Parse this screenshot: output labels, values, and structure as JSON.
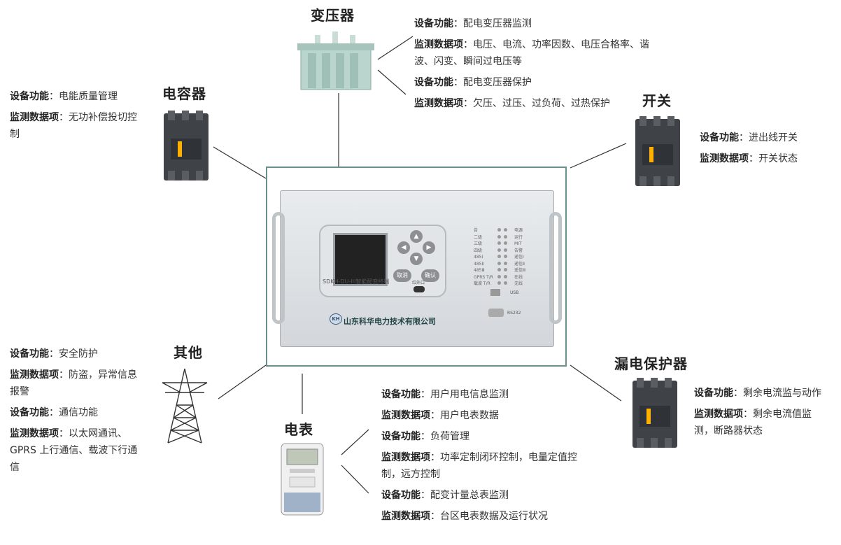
{
  "devices": {
    "transformer": {
      "title": "变压器",
      "groups": [
        {
          "func_key": "设备功能",
          "func": "：配电变压器监测",
          "data_key": "监测数据项",
          "data": "：电压、电流、功率因数、电压合格率、谐波、闪变、瞬间过电压等"
        },
        {
          "func_key": "设备功能",
          "func": "：配电变压器保护",
          "data_key": "监测数据项",
          "data": "：欠压、过压、过负荷、过热保护"
        }
      ]
    },
    "capacitor": {
      "title": "电容器",
      "groups": [
        {
          "func_key": "设备功能",
          "func": "：电能质量管理",
          "data_key": "监测数据项",
          "data": "：无功补偿投切控制"
        }
      ]
    },
    "switch": {
      "title": "开关",
      "groups": [
        {
          "func_key": "设备功能",
          "func": "：进出线开关",
          "data_key": "监测数据项",
          "data": "：开关状态"
        }
      ]
    },
    "other": {
      "title": "其他",
      "groups": [
        {
          "func_key": "设备功能",
          "func": "：安全防护",
          "data_key": "监测数据项",
          "data": "：防盗，异常信息报警"
        },
        {
          "func_key": "设备功能",
          "func": "：通信功能",
          "data_key": "监测数据项",
          "data": "：以太网通讯、GPRS 上行通信、载波下行通信"
        }
      ]
    },
    "leakage": {
      "title": "漏电保护器",
      "groups": [
        {
          "func_key": "设备功能",
          "func": "：剩余电流监与动作",
          "data_key": "监测数据项",
          "data": "：剩余电流值监测，断路器状态"
        }
      ]
    },
    "meter": {
      "title": "电表",
      "groups": [
        {
          "func_key": "设备功能",
          "func": "：用户用电信息监测",
          "data_key": "监测数据项",
          "data": "：用户电表数据"
        },
        {
          "func_key": "设备功能",
          "func": "：负荷管理",
          "data_key": "监测数据项",
          "data": "：功率定制闭环控制，电量定值控制，远方控制"
        },
        {
          "func_key": "设备功能",
          "func": "：配变计量总表监测",
          "data_key": "监测数据项",
          "data": "：台区电表数据及运行状况"
        }
      ]
    }
  },
  "terminal": {
    "model": "SDKH-DU-III智能配变终端",
    "company": "山东科华电力技术有限公司",
    "logo": "KH",
    "keys": {
      "cancel": "取消",
      "confirm": "确认"
    },
    "led_left": [
      "告",
      "二级",
      "三级",
      "四级",
      "485Ⅰ",
      "485Ⅱ",
      "485Ⅲ",
      "GPRS T/R",
      "载波 T/R"
    ],
    "led_right": [
      "电源",
      "运行",
      "MIT",
      "告警",
      "遥信Ⅰ",
      "遥信Ⅱ",
      "遥信Ⅲ",
      "在线",
      "无线"
    ],
    "port_usb": "USB",
    "port_rs": "RS232",
    "ir_label": "红外口"
  }
}
